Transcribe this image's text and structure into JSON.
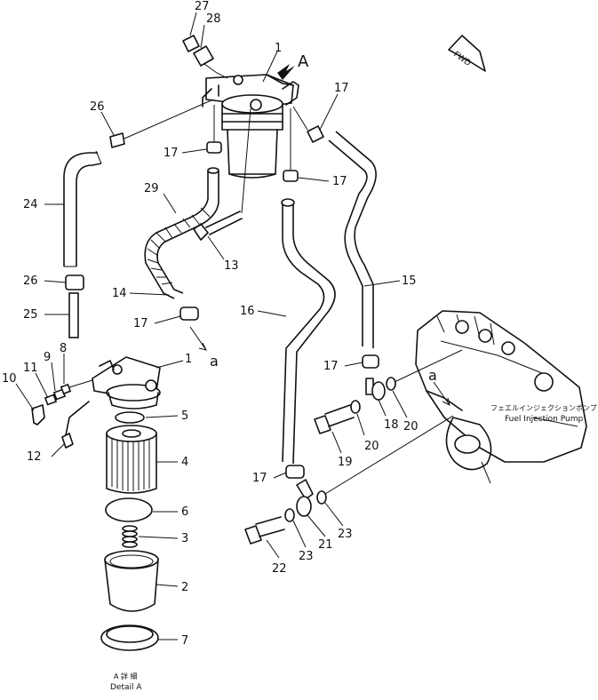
{
  "callouts": {
    "c27": "27",
    "c28": "28",
    "c1_top": "1",
    "cA_top": "A",
    "c17_a": "17",
    "c26_a": "26",
    "c17_b": "17",
    "c17_c": "17",
    "c29": "29",
    "c24": "24",
    "c13": "13",
    "c15": "15",
    "c26_b": "26",
    "c14": "14",
    "c16": "16",
    "c25": "25",
    "c17_d": "17",
    "c_a_left": "a",
    "c9": "9",
    "c8": "8",
    "c1_detail": "1",
    "c11": "11",
    "c10": "10",
    "c17_e": "17",
    "c_a_right": "a",
    "c5": "5",
    "c20_a": "20",
    "c18": "18",
    "c20_b": "20",
    "c19": "19",
    "c12": "12",
    "c4": "4",
    "c17_f": "17",
    "c6": "6",
    "c23_a": "23",
    "c21": "21",
    "c3": "3",
    "c23_b": "23",
    "c22": "22",
    "c2": "2",
    "c7": "7"
  },
  "fwd_label": "FWD",
  "pump_label_jp": "フェエルインジェクションポンプ",
  "pump_label_en": "Fuel Injection Pump",
  "detail_label_jp": "A 詳 細",
  "detail_label_en": "Detail A"
}
